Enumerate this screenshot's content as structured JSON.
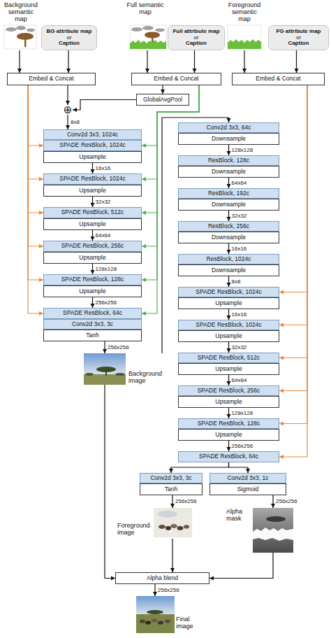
{
  "diagram": {
    "nodes": [
      {
        "text": [
          "Background semantic map"
        ]
      },
      {
        "text": [
          "BG attribute map",
          "or",
          "Caption"
        ]
      },
      {
        "text": [
          "Embed & Concat"
        ]
      },
      {
        "text": [
          "Full semantic map"
        ]
      },
      {
        "text": [
          "Full attribute map",
          "or",
          "Caption"
        ]
      },
      {
        "text": [
          "Embed & Concat"
        ]
      },
      {
        "text": [
          "Foreground semantic map"
        ]
      },
      {
        "text": [
          "FG attribute map",
          "or",
          "Caption"
        ]
      },
      {
        "text": [
          "Embed & Concat"
        ]
      },
      {
        "text": [
          "GlobalAvgPool"
        ]
      },
      {
        "text": [
          "⊕"
        ]
      },
      {
        "text": [
          "Conv2d 3x3, 1024c"
        ]
      },
      {
        "text": [
          "SPADE ResBlock, 1024c"
        ]
      },
      {
        "text": [
          "Upsample"
        ]
      },
      {
        "text": [
          "SPADE ResBlock, 1024c"
        ]
      },
      {
        "text": [
          "Upsample"
        ]
      },
      {
        "text": [
          "SPADE ResBlock, 512c"
        ]
      },
      {
        "text": [
          "Upsample"
        ]
      },
      {
        "text": [
          "SPADE ResBlock, 256c"
        ]
      },
      {
        "text": [
          "Upsample"
        ]
      },
      {
        "text": [
          "SPADE ResBlock, 128c"
        ]
      },
      {
        "text": [
          "Upsample"
        ]
      },
      {
        "text": [
          "SPADE ResBlock, 64c"
        ]
      },
      {
        "text": [
          "Conv2d 3x3, 3c"
        ]
      },
      {
        "text": [
          "Tanh"
        ]
      },
      {
        "text": [
          "Background image"
        ]
      },
      {
        "text": [
          "Conv2d 3x3, 64c"
        ]
      },
      {
        "text": [
          "Downsample"
        ]
      },
      {
        "text": [
          "ResBlock, 128c"
        ]
      },
      {
        "text": [
          "Downsample"
        ]
      },
      {
        "text": [
          "ResBlock, 192c"
        ]
      },
      {
        "text": [
          "Downsample"
        ]
      },
      {
        "text": [
          "ResBlock, 256c"
        ]
      },
      {
        "text": [
          "Downsample"
        ]
      },
      {
        "text": [
          "ResBlock, 1024c"
        ]
      },
      {
        "text": [
          "Downsample"
        ]
      },
      {
        "text": [
          "SPADE ResBlock, 1024c"
        ]
      },
      {
        "text": [
          "Upsample"
        ]
      },
      {
        "text": [
          "SPADE ResBlock, 1024c"
        ]
      },
      {
        "text": [
          "Upsample"
        ]
      },
      {
        "text": [
          "SPADE ResBlock, 512c"
        ]
      },
      {
        "text": [
          "Upsample"
        ]
      },
      {
        "text": [
          "SPADE ResBlock, 256c"
        ]
      },
      {
        "text": [
          "Upsample"
        ]
      },
      {
        "text": [
          "SPADE ResBlock, 128c"
        ]
      },
      {
        "text": [
          "Upsample"
        ]
      },
      {
        "text": [
          "SPADE ResBlock, 64c"
        ]
      },
      {
        "text": [
          "Conv2d 3x3, 3c"
        ]
      },
      {
        "text": [
          "Tanh"
        ]
      },
      {
        "text": [
          "Conv2d 3x3, 1c"
        ]
      },
      {
        "text": [
          "Sigmoid"
        ]
      },
      {
        "text": [
          "Foreground image"
        ]
      },
      {
        "text": [
          "Alpha mask"
        ]
      },
      {
        "text": [
          "Alpha blend"
        ]
      },
      {
        "text": [
          "Final image"
        ]
      }
    ],
    "edges": [
      {
        "from": 0,
        "to": 2,
        "arrow": "to"
      },
      {
        "from": 1,
        "to": 2,
        "arrow": "to"
      },
      {
        "from": 3,
        "to": 5,
        "arrow": "to"
      },
      {
        "from": 4,
        "to": 5,
        "arrow": "to"
      },
      {
        "from": 6,
        "to": 8,
        "arrow": "to"
      },
      {
        "from": 7,
        "to": 8,
        "arrow": "to"
      },
      {
        "from": 2,
        "to": 10,
        "arrow": "to"
      },
      {
        "from": 5,
        "to": 9,
        "arrow": "to"
      },
      {
        "from": 9,
        "to": 10,
        "arrow": "to"
      },
      {
        "from": 10,
        "to": 11,
        "label": "8x8",
        "arrow": "to"
      },
      {
        "from": 13,
        "to": 14,
        "label": "16x16",
        "arrow": "to"
      },
      {
        "from": 15,
        "to": 16,
        "label": "32x32",
        "arrow": "to"
      },
      {
        "from": 17,
        "to": 18,
        "label": "64x64",
        "arrow": "to"
      },
      {
        "from": 19,
        "to": 20,
        "label": "128x128",
        "arrow": "to"
      },
      {
        "from": 21,
        "to": 22,
        "label": "256x256",
        "arrow": "to"
      },
      {
        "from": 24,
        "to": 25,
        "label": "256x256",
        "arrow": "to"
      },
      {
        "from": 2,
        "to": 12,
        "arrow": "to"
      },
      {
        "from": 2,
        "to": 14,
        "arrow": "to"
      },
      {
        "from": 2,
        "to": 16,
        "arrow": "to"
      },
      {
        "from": 2,
        "to": 18,
        "arrow": "to"
      },
      {
        "from": 2,
        "to": 20,
        "arrow": "to"
      },
      {
        "from": 2,
        "to": 22,
        "arrow": "to"
      },
      {
        "from": 5,
        "to": 12,
        "arrow": "to"
      },
      {
        "from": 5,
        "to": 14,
        "arrow": "to"
      },
      {
        "from": 5,
        "to": 16,
        "arrow": "to"
      },
      {
        "from": 5,
        "to": 18,
        "arrow": "to"
      },
      {
        "from": 5,
        "to": 20,
        "arrow": "to"
      },
      {
        "from": 5,
        "to": 22,
        "arrow": "to"
      },
      {
        "from": 25,
        "to": 26,
        "arrow": "to"
      },
      {
        "from": 27,
        "to": 28,
        "label": "128x128",
        "arrow": "to"
      },
      {
        "from": 29,
        "to": 30,
        "label": "64x64",
        "arrow": "to"
      },
      {
        "from": 31,
        "to": 32,
        "label": "32x32",
        "arrow": "to"
      },
      {
        "from": 33,
        "to": 34,
        "label": "16x16",
        "arrow": "to"
      },
      {
        "from": 35,
        "to": 36,
        "label": "8x8",
        "arrow": "to"
      },
      {
        "from": 37,
        "to": 38,
        "label": "16x16",
        "arrow": "to"
      },
      {
        "from": 39,
        "to": 40,
        "label": "32x32",
        "arrow": "to"
      },
      {
        "from": 41,
        "to": 42,
        "label": "64x64",
        "arrow": "to"
      },
      {
        "from": 43,
        "to": 44,
        "label": "128x128",
        "arrow": "to"
      },
      {
        "from": 45,
        "to": 46,
        "label": "256x256",
        "arrow": "to"
      },
      {
        "from": 8,
        "to": 36,
        "arrow": "to"
      },
      {
        "from": 8,
        "to": 38,
        "arrow": "to"
      },
      {
        "from": 8,
        "to": 40,
        "arrow": "to"
      },
      {
        "from": 8,
        "to": 42,
        "arrow": "to"
      },
      {
        "from": 8,
        "to": 44,
        "arrow": "to"
      },
      {
        "from": 8,
        "to": 46,
        "arrow": "to"
      },
      {
        "from": 46,
        "to": 47,
        "arrow": "to"
      },
      {
        "from": 46,
        "to": 49,
        "arrow": "to"
      },
      {
        "from": 48,
        "to": 51,
        "label": "256x256",
        "arrow": "to"
      },
      {
        "from": 50,
        "to": 52,
        "label": "256x256",
        "arrow": "to"
      },
      {
        "from": 25,
        "to": 53,
        "arrow": "to"
      },
      {
        "from": 51,
        "to": 53,
        "arrow": "to"
      },
      {
        "from": 52,
        "to": 53,
        "arrow": "to"
      },
      {
        "from": 53,
        "to": 54,
        "label": "256x256",
        "arrow": "to"
      }
    ]
  }
}
